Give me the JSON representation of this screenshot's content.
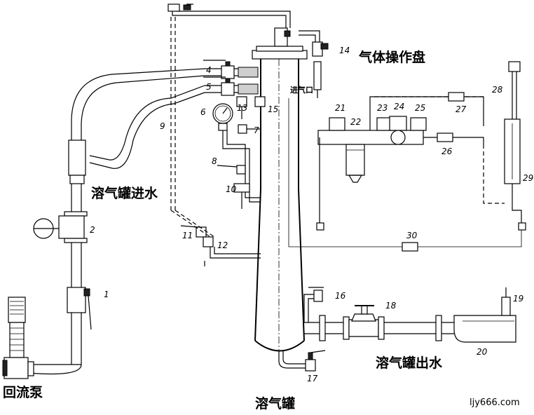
{
  "labels": {
    "pump": "回流泵",
    "tank": "溶气罐",
    "tank_inlet": "溶气罐进水",
    "tank_outlet": "溶气罐出水",
    "gas_panel": "气体操作盘",
    "air_inlet": "进气口"
  },
  "numbers": [
    "1",
    "2",
    "4",
    "5",
    "6",
    "7",
    "8",
    "9",
    "10",
    "11",
    "12",
    "13",
    "14",
    "15",
    "16",
    "17",
    "18",
    "19",
    "20",
    "21",
    "22",
    "23",
    "24",
    "25",
    "26",
    "27",
    "28",
    "29",
    "30"
  ],
  "watermark": "ljy666.com"
}
